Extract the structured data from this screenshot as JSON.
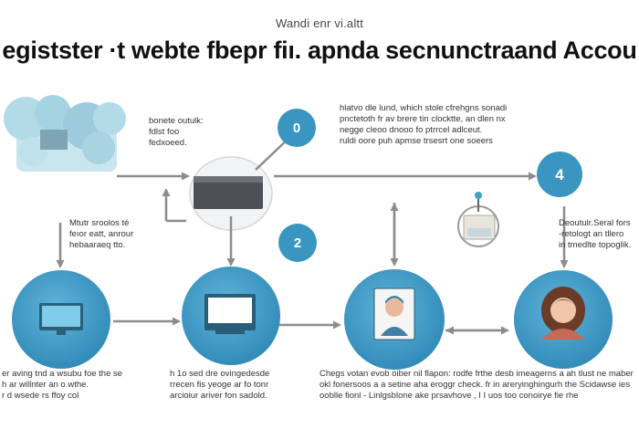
{
  "header": {
    "top_label": "Wandi enr vi.altt",
    "title": "egistster ·t webte fbepr fiı. apnda secnunctraand Accou"
  },
  "badges": [
    "0",
    "2",
    "4"
  ],
  "notes": {
    "top_left": [
      "bonete outulk:",
      "fdlst foo",
      "fedxoeed."
    ],
    "top_right": [
      "hlatvo dle lund, which stole cfrehgns  sonadi",
      "pnctetoth fr av brere tin clocktte,  an dlen nx",
      "negge cleoo  dnooo  fo ptrrcel adlceut.",
      "ruldi oore  puh apmse  trsesrt one soeers"
    ],
    "mid_left": [
      "Mtutr sroolos té",
      "feıor eatt, anrour",
      "hebaaraeq tto."
    ],
    "mid_right": [
      "Deoutulr.Seral fors",
      "-retologt an tllero",
      "in tmedlte topoglik."
    ],
    "bottom_1": [
      "er aving tnd a wsubu foe the se",
      "h ar willnter an o.wthe.",
      "r d wsede rs  ffoy col"
    ],
    "bottom_2": [
      "h 1o sed dre ovingedesde",
      "rrecen fis yeoge ar fo  tonr",
      "arcioiur ariver fon sadold."
    ],
    "bottom_3": [
      "Chegs votan evob oiber nil flapon: rodfe frthe desb imeagerns a ah tlust ne maber",
      "okl fonersoos  a a setine aha eroggr check. fr in areryinghingurh the Scidawse ies",
      "ooblle fionl  - Linlgsblone ake prsavhove ,  I I  uos too conoirye fie     rhe"
    ]
  },
  "colors": {
    "circle": "#3e98c4",
    "badge": "#3a96c0",
    "arrow": "#8c8c8c",
    "cloud": "#a9d6e4"
  },
  "icons": [
    "computer-monitor-icon",
    "laptop-screen-icon",
    "user-id-card-icon",
    "woman-avatar-icon",
    "server-hub-icon",
    "ring-binder-icon",
    "cloud-icon"
  ]
}
